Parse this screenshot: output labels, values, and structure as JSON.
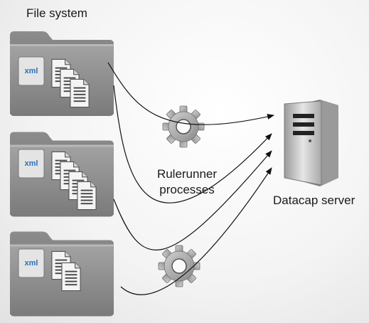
{
  "labels": {
    "file_system": "File system",
    "rulerunner": "Rulerunner processes",
    "server": "Datacap server"
  },
  "xml_badge": "xml",
  "folders": [
    {
      "id": "folder-1",
      "documents": 3
    },
    {
      "id": "folder-2",
      "documents": 4
    },
    {
      "id": "folder-3",
      "documents": 2
    }
  ],
  "icons": [
    "folder-icon",
    "xml-file-icon",
    "document-icon",
    "gear-icon",
    "server-icon"
  ],
  "colors": {
    "folder": "#8f8f8f",
    "folder_dark": "#6e6e6e",
    "gear": "#9a9a9a",
    "server": "#b8b8b8",
    "arrow": "#111111",
    "text": "#1a1a1a"
  }
}
